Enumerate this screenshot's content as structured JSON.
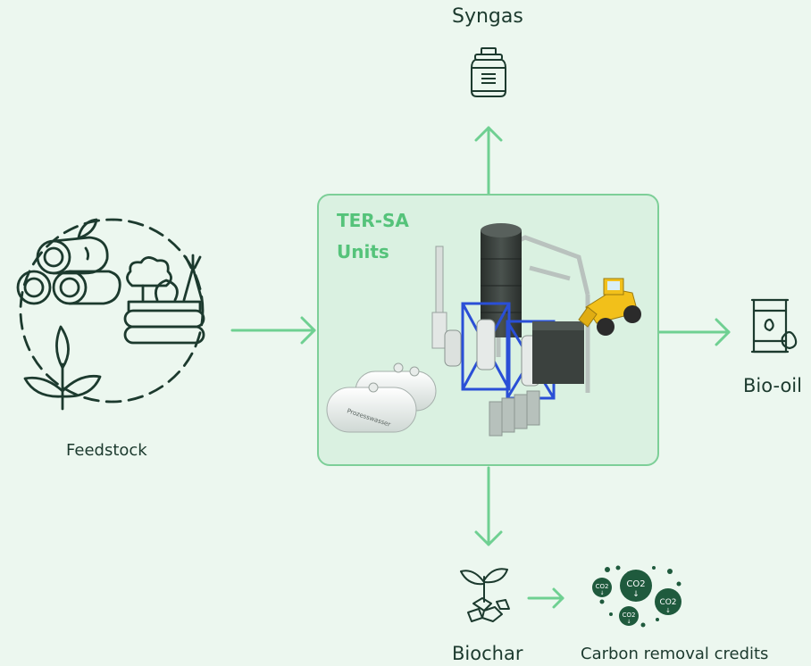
{
  "outputs": {
    "syngas": "Syngas",
    "bio_oil": "Bio-oil",
    "biochar": "Biochar",
    "carbon_credits": "Carbon removal credits"
  },
  "input": {
    "feedstock": "Feedstock"
  },
  "unit": {
    "title_line1": "TER-SA",
    "title_line2": "Units",
    "tank_text": "Prozesswasser"
  },
  "co2_bubbles": [
    "CO2",
    "CO2",
    "CO2",
    "CO2"
  ],
  "colors": {
    "background": "#ecf7ef",
    "arrow": "#6fd092",
    "accent_text": "#55c37a",
    "icon_stroke": "#1c3a2e",
    "box_fill": "#daf1e1",
    "box_border": "#7dcf98"
  }
}
